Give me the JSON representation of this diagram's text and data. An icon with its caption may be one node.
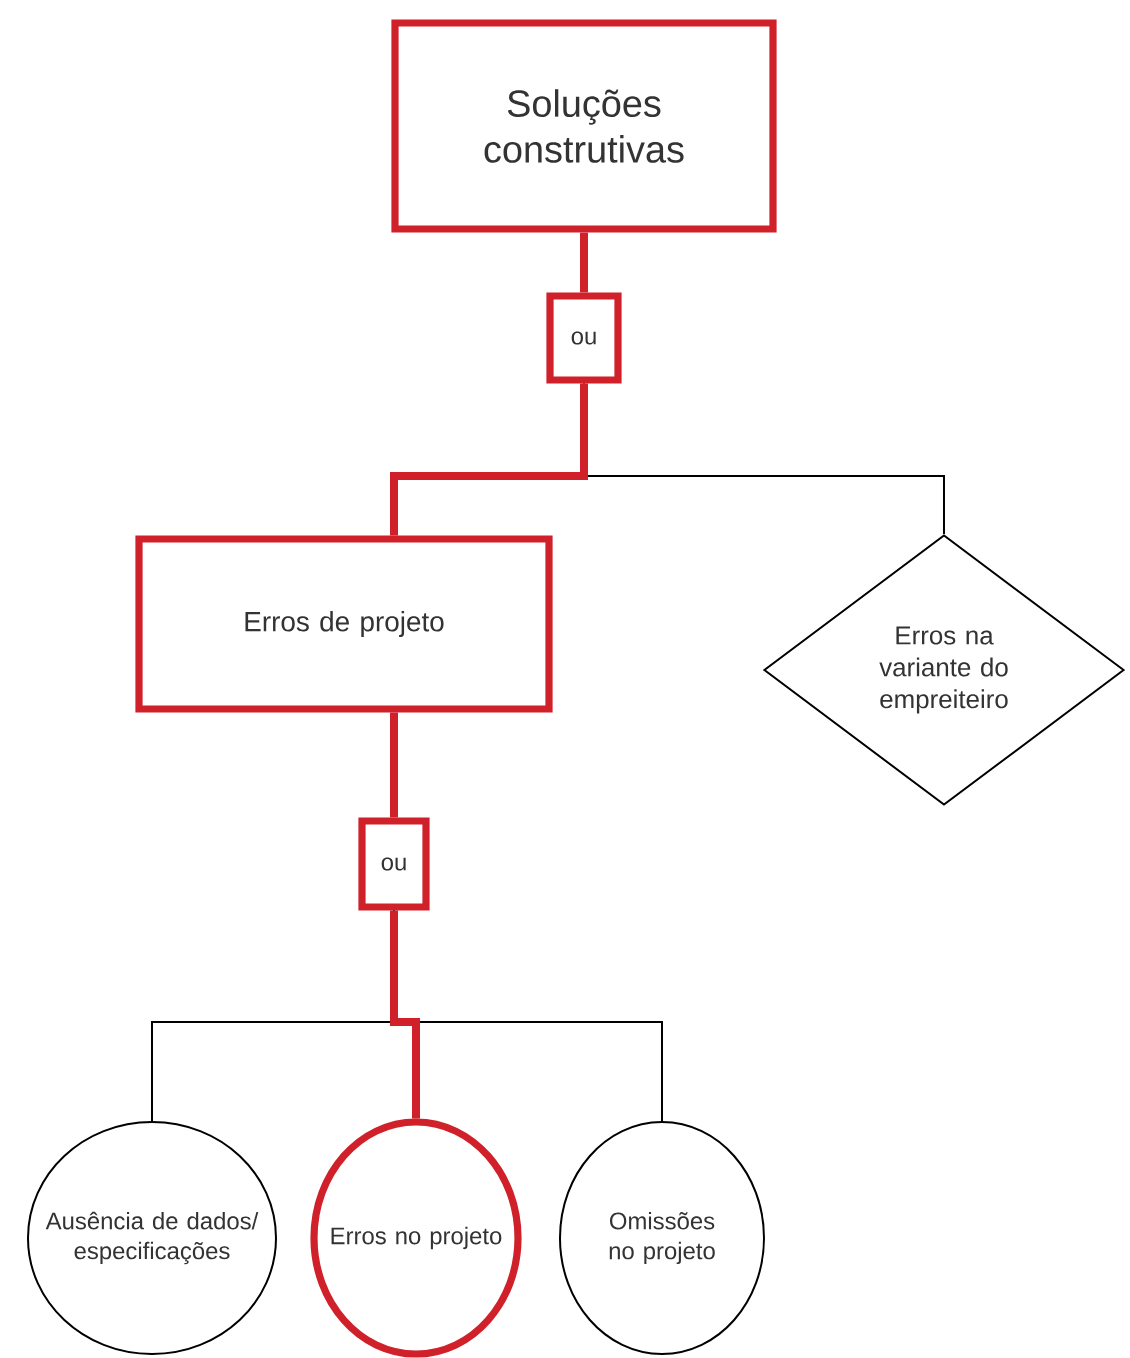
{
  "diagram": {
    "nodes": [
      {
        "text": [
          "Soluções construtivas"
        ]
      },
      {
        "text": [
          "ou"
        ]
      },
      {
        "text": [
          "Erros de projeto"
        ]
      },
      {
        "text": [
          "Erros na variante do empreiteiro"
        ]
      },
      {
        "text": [
          "ou"
        ]
      },
      {
        "text": [
          "Ausência de dados/ especificações"
        ]
      },
      {
        "text": [
          "Erros no projeto"
        ]
      },
      {
        "text": [
          "Omissões no projeto"
        ]
      }
    ],
    "edges": [
      {
        "from": 0,
        "to": 1,
        "arrow": "none"
      },
      {
        "from": 1,
        "to": 2,
        "arrow": "none"
      },
      {
        "from": 1,
        "to": 3,
        "arrow": "none",
        "color": "#000000"
      },
      {
        "from": 2,
        "to": 4,
        "arrow": "none"
      },
      {
        "from": 4,
        "to": 5,
        "arrow": "none",
        "color": "#000000"
      },
      {
        "from": 4,
        "to": 6,
        "arrow": "none"
      },
      {
        "from": 4,
        "to": 7,
        "arrow": "none",
        "color": "#000000"
      }
    ]
  }
}
